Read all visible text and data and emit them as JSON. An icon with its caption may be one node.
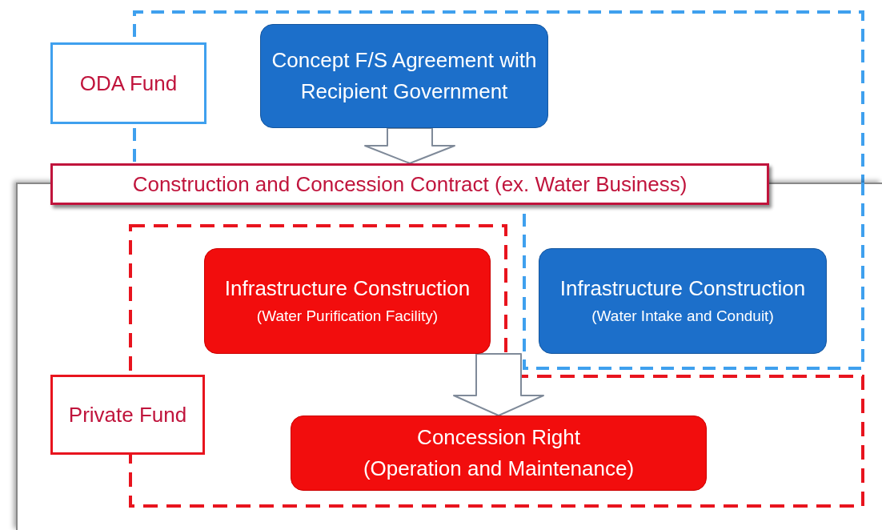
{
  "diagram": {
    "nodes": [
      {
        "text": [
          "ODA Fund"
        ]
      },
      {
        "text": [
          "Concept F/S Agreement with Recipient Government"
        ]
      },
      {
        "text": [
          "Construction and Concession Contract (ex. Water Business)"
        ]
      },
      {
        "text": [
          "Infrastructure Construction",
          "(Water Purification Facility)"
        ]
      },
      {
        "text": [
          "Infrastructure Construction",
          "(Water Intake and Conduit)"
        ]
      },
      {
        "text": [
          "Private Fund"
        ]
      },
      {
        "text": [
          "Concession Right",
          "(Operation and Maintenance)"
        ]
      }
    ],
    "edges": [
      {
        "from": 1,
        "to": 2,
        "arrow": "to"
      },
      {
        "from": 3,
        "to": 6,
        "arrow": "to"
      },
      {
        "from": 4,
        "to": 6,
        "arrow": "to"
      }
    ]
  }
}
